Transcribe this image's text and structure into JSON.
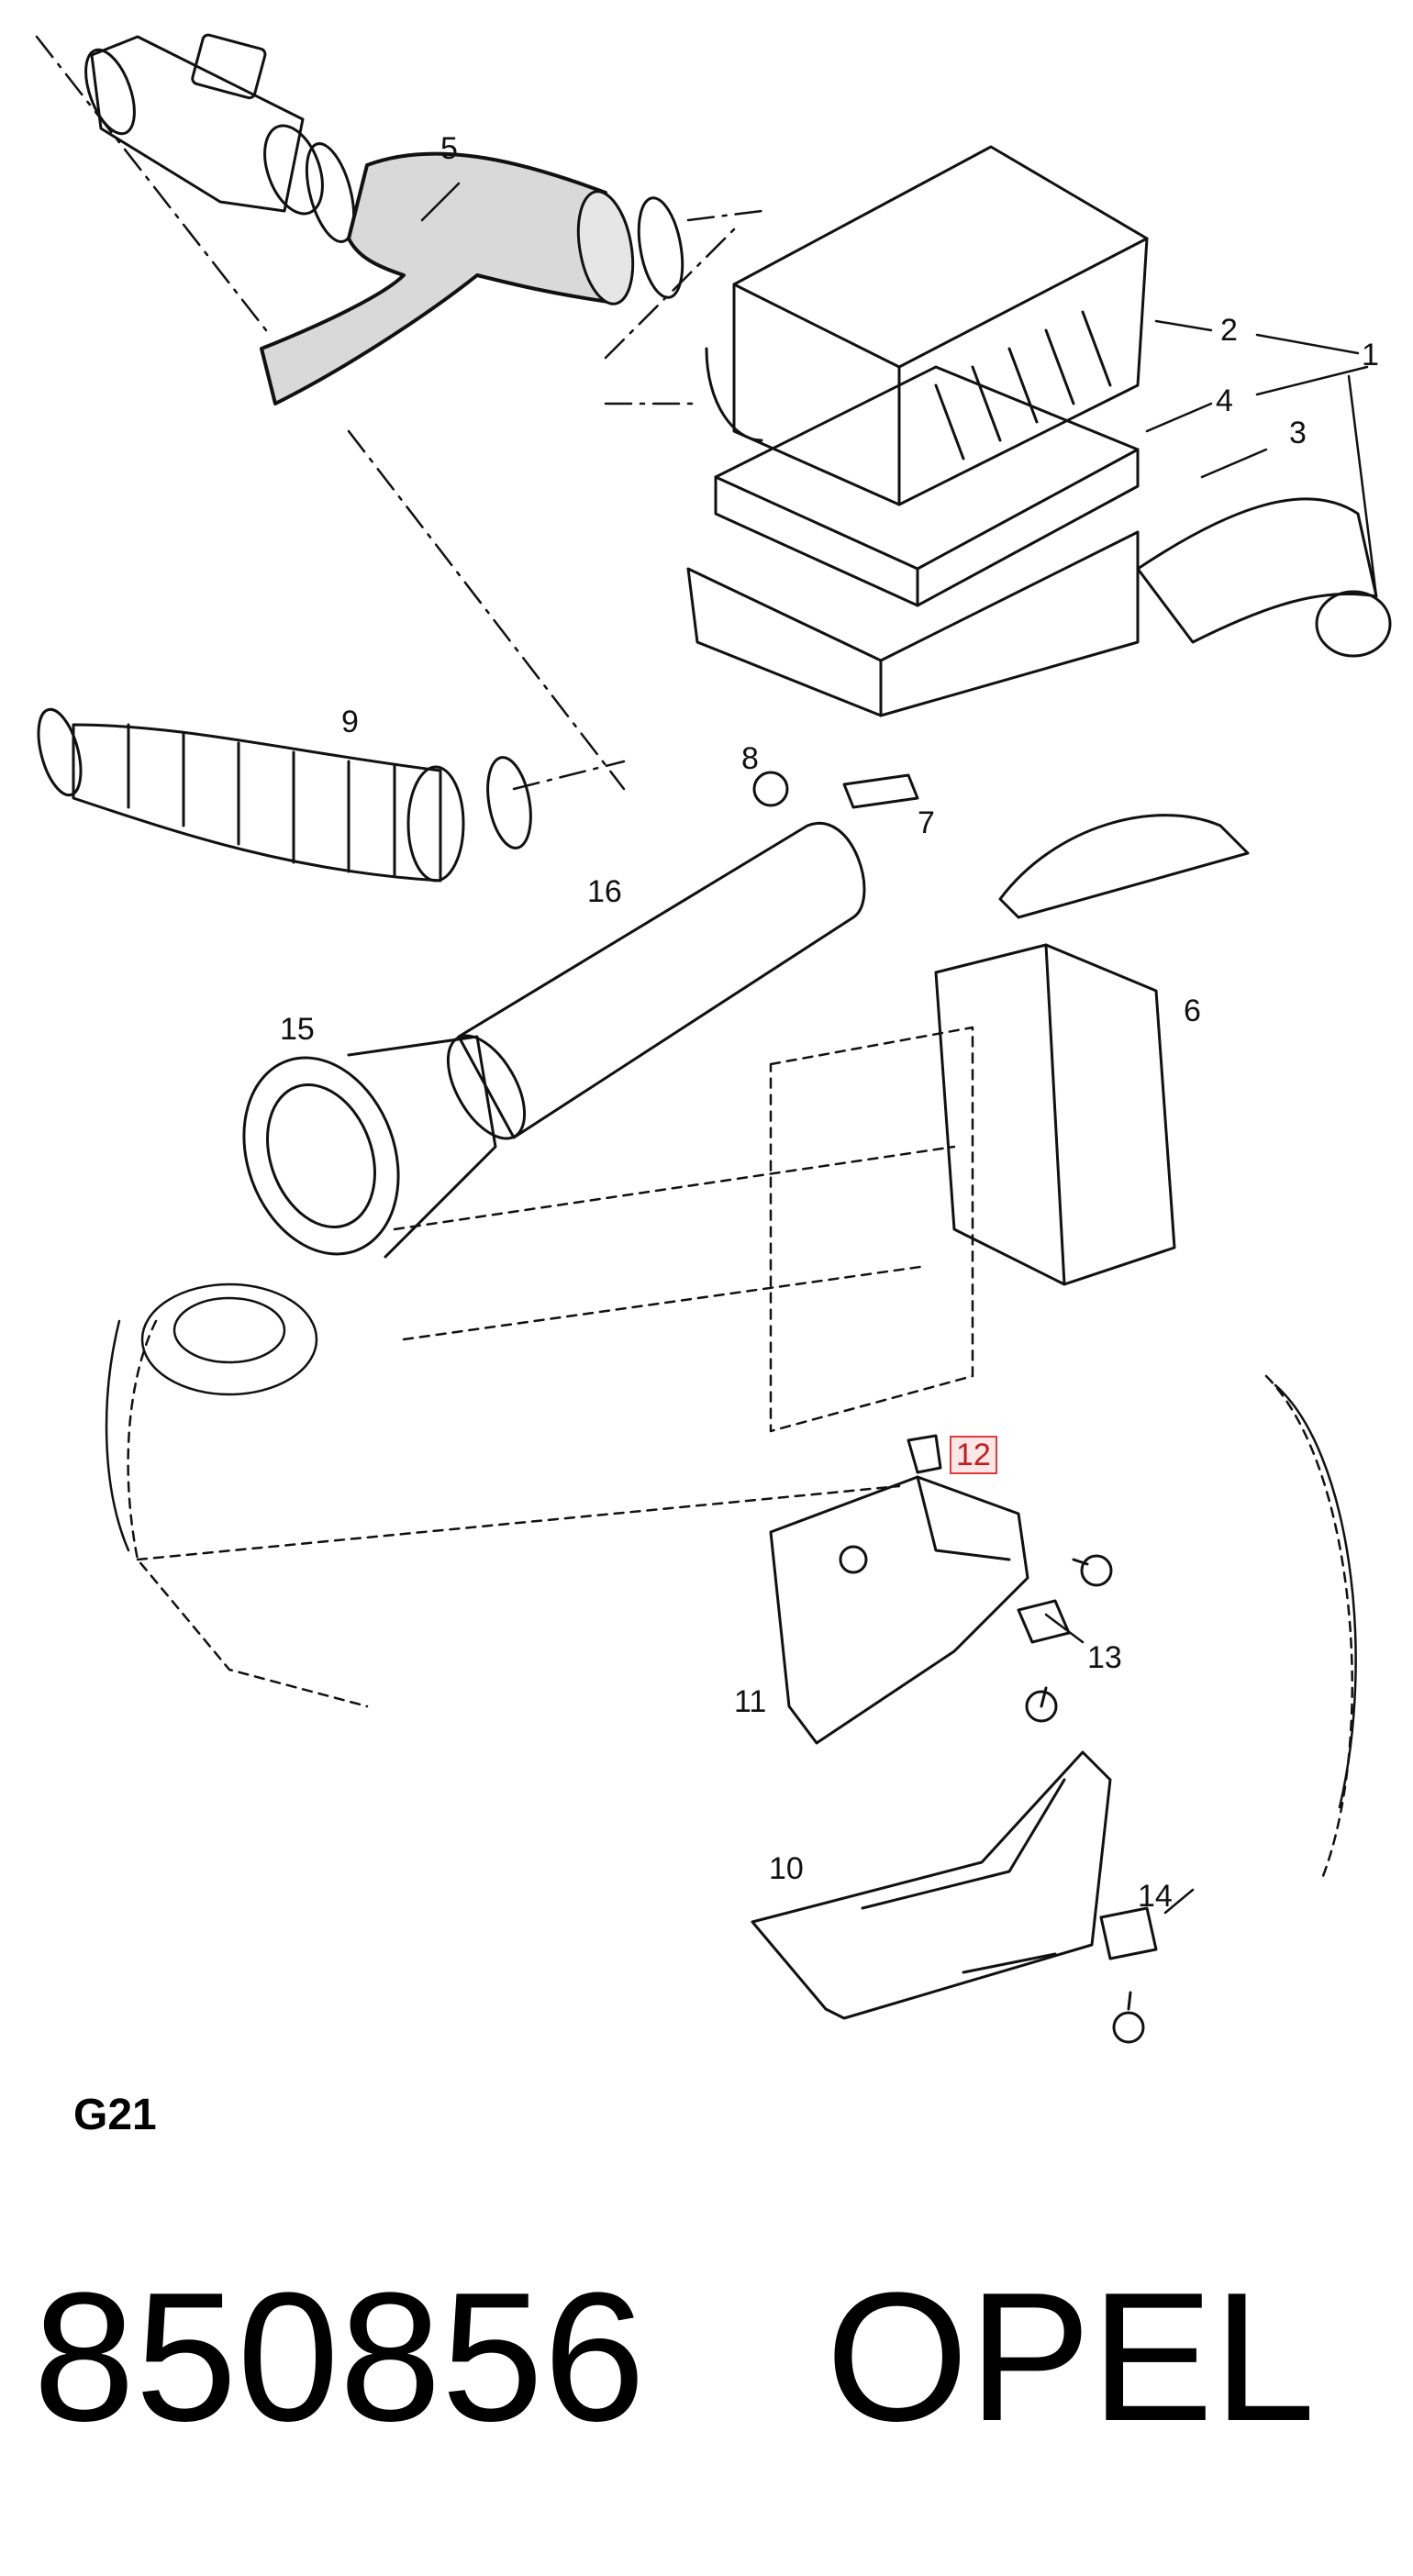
{
  "diagram": {
    "callouts": [
      {
        "id": "1",
        "text": "1"
      },
      {
        "id": "2",
        "text": "2"
      },
      {
        "id": "3",
        "text": "3"
      },
      {
        "id": "4",
        "text": "4"
      },
      {
        "id": "5",
        "text": "5"
      },
      {
        "id": "6",
        "text": "6"
      },
      {
        "id": "7",
        "text": "7"
      },
      {
        "id": "8",
        "text": "8"
      },
      {
        "id": "9",
        "text": "9"
      },
      {
        "id": "10",
        "text": "10"
      },
      {
        "id": "11",
        "text": "11"
      },
      {
        "id": "12",
        "text": "12",
        "highlighted": true
      },
      {
        "id": "13",
        "text": "13"
      },
      {
        "id": "14",
        "text": "14"
      },
      {
        "id": "15",
        "text": "15"
      },
      {
        "id": "16",
        "text": "16"
      }
    ],
    "section_code": "G21",
    "highlight_color": "#e23a3a"
  },
  "footer": {
    "part_number": "850856",
    "brand": "OPEL"
  }
}
